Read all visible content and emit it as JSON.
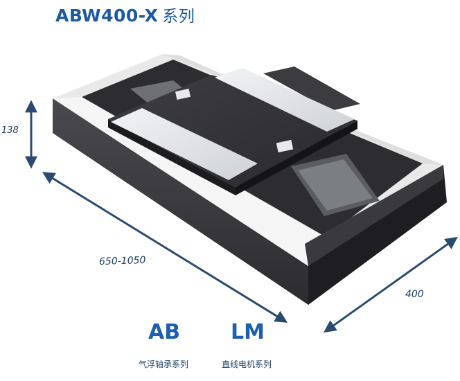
{
  "header": {
    "model": "ABW400-X",
    "series": "系列"
  },
  "dimensions": {
    "height": "138",
    "length": "650-1050",
    "width": "400"
  },
  "categories": [
    {
      "abbr": "AB",
      "caption": "气浮轴承系列"
    },
    {
      "abbr": "LM",
      "caption": "直线电机系列"
    }
  ],
  "colors": {
    "brand_blue": "#1d5aa3",
    "dimension_navy": "#1f3f66"
  }
}
